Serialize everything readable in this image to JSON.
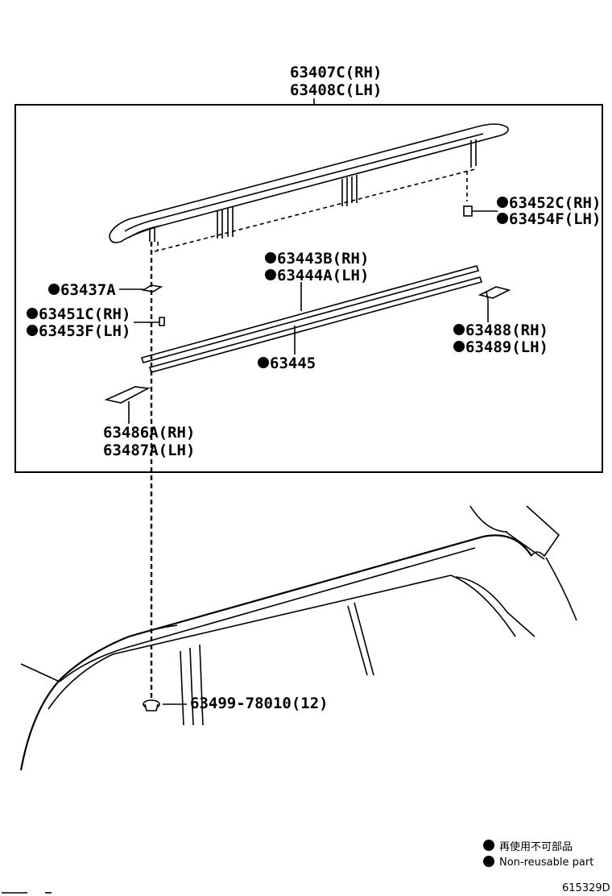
{
  "assembly_labels": {
    "rail_rh": "63407C(RH)",
    "rail_lh": "63408C(LH)"
  },
  "parts": {
    "rear_cover_rh": "63452C(RH)",
    "rear_cover_lh": "63454F(LH)",
    "moulding_rh": "63443B(RH)",
    "moulding_lh": "63444A(LH)",
    "pad": "63437A",
    "clip_rh": "63451C(RH)",
    "clip_lh": "63453F(LH)",
    "strip": "63445",
    "rear_end_rh": "63488(RH)",
    "rear_end_lh": "63489(LH)",
    "front_end_rh": "63486A(RH)",
    "front_end_lh": "63487A(LH)",
    "nut": "63499-78010(12)"
  },
  "legend": {
    "jp_text": "再使用不可部品",
    "en_text": "Non-reusable part"
  },
  "illustration_code": "615329D",
  "icons": {
    "non_reusable": "filled-circle"
  }
}
